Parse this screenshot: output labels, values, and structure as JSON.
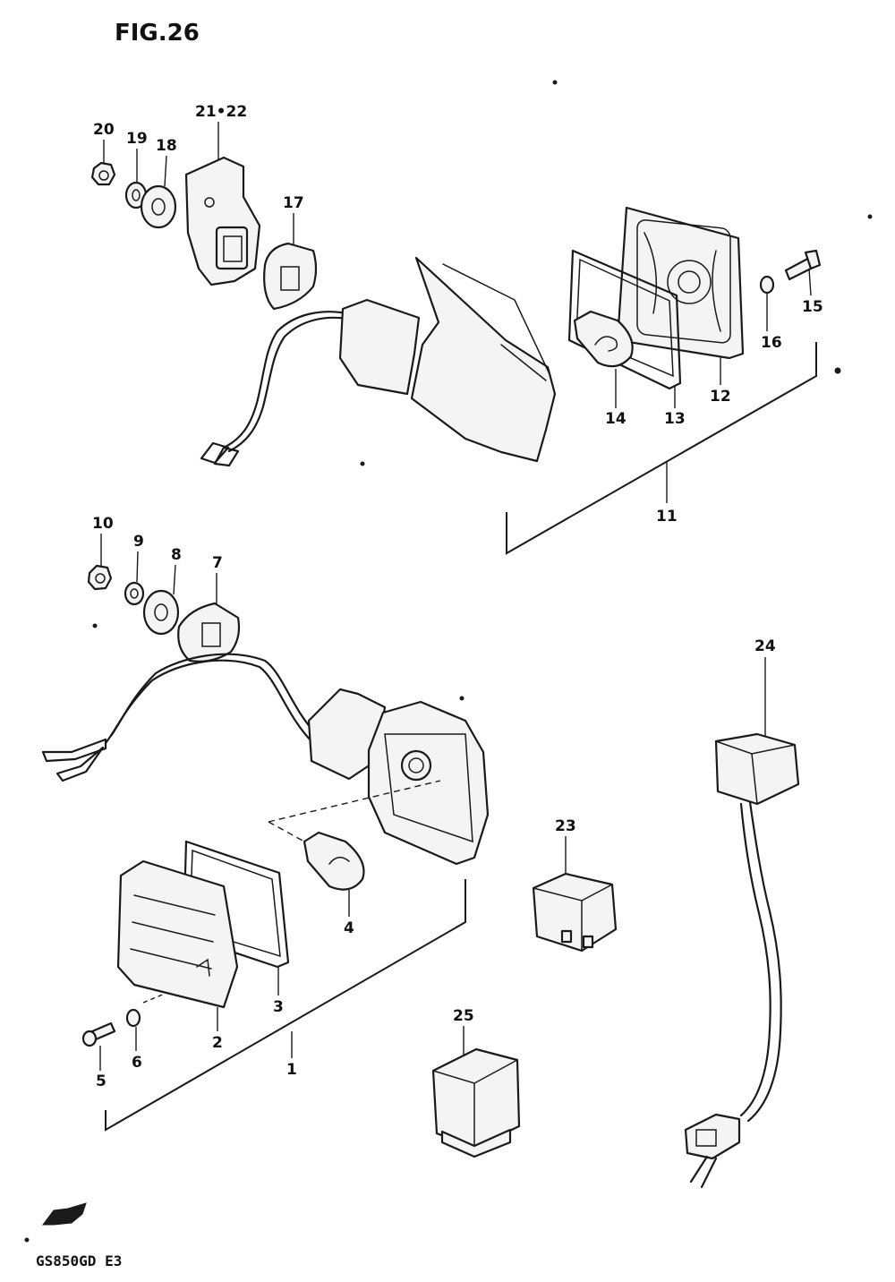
{
  "figure": {
    "title": "FIG.26"
  },
  "model_code": "GS850GD E3",
  "parts": {
    "p1": "1",
    "p2": "2",
    "p3": "3",
    "p4": "4",
    "p5": "5",
    "p6": "6",
    "p7": "7",
    "p8": "8",
    "p9": "9",
    "p10": "10",
    "p11": "11",
    "p12": "12",
    "p13": "13",
    "p14": "14",
    "p15": "15",
    "p16": "16",
    "p17": "17",
    "p18": "18",
    "p19": "19",
    "p20": "20",
    "p21_22": "21•22",
    "p23": "23",
    "p24": "24",
    "p25": "25"
  },
  "colors": {
    "ink": "#1a1a1a",
    "paper": "#ffffff"
  }
}
